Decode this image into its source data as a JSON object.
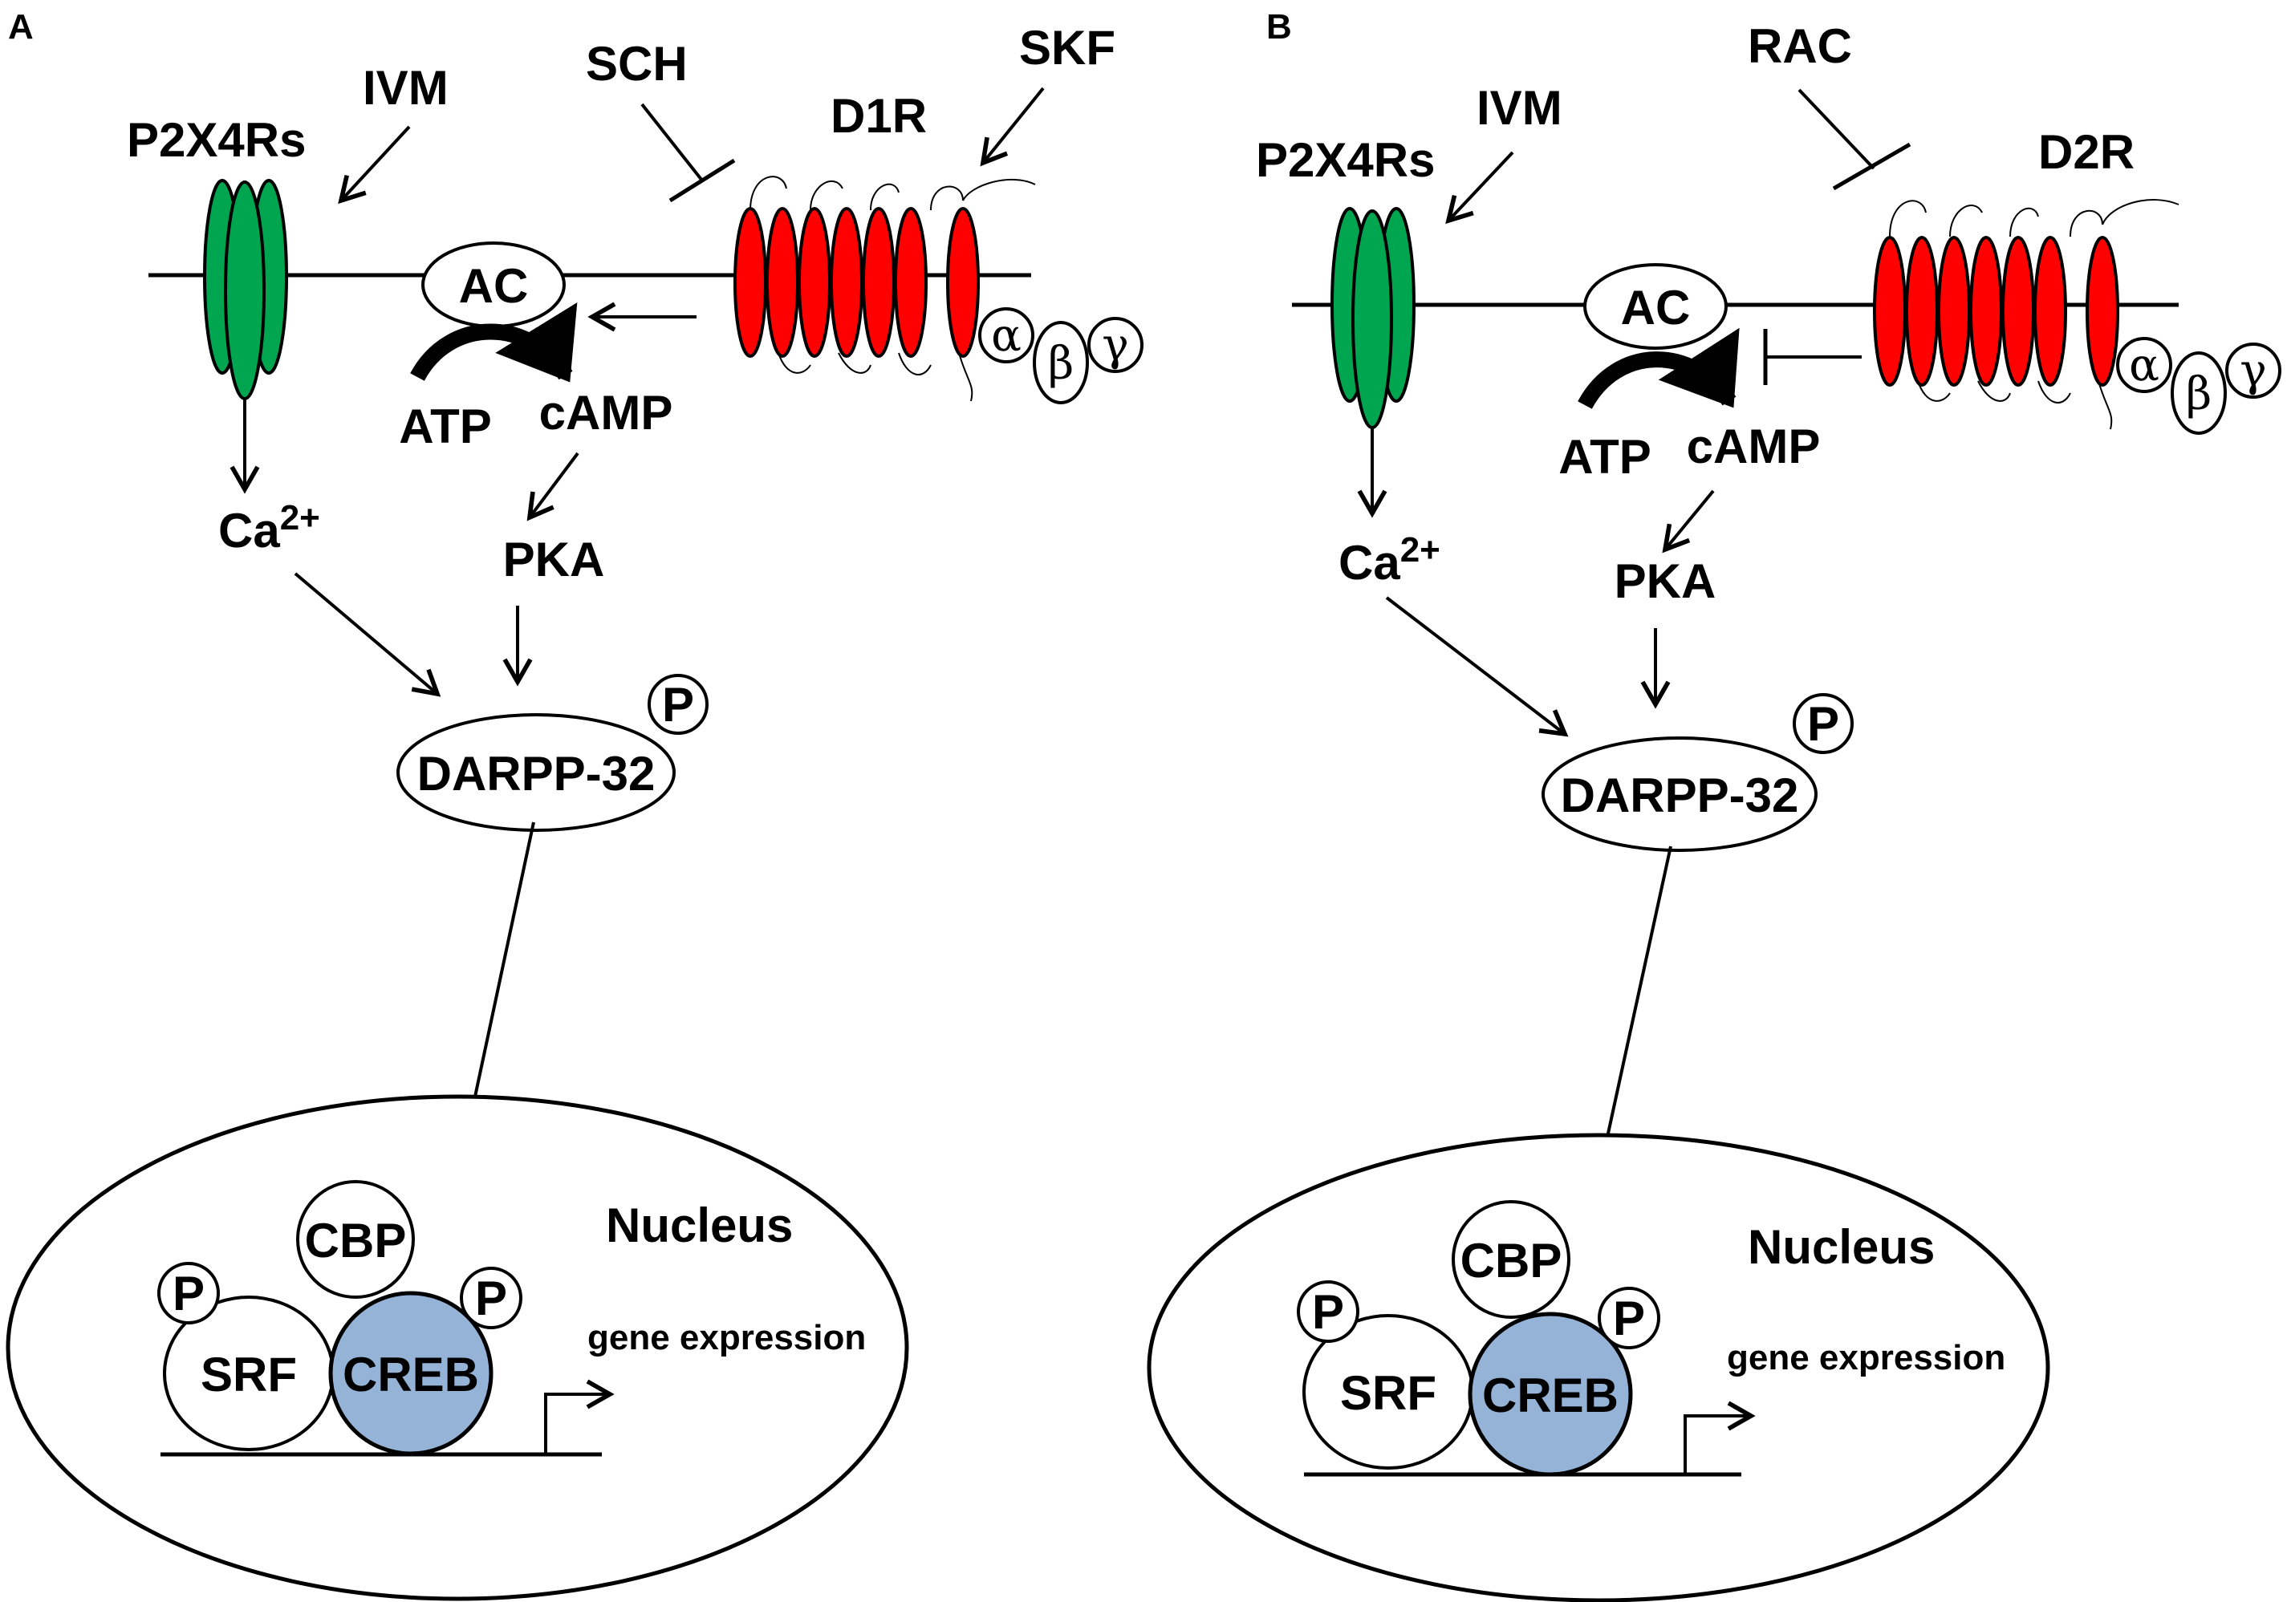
{
  "colors": {
    "green": "#00a550",
    "red": "#ff0000",
    "creb": "#95b3d7"
  },
  "panels": [
    {
      "letter": "A",
      "p2x4": "P2X4Rs",
      "ivm": "IVM",
      "antagonist": "SCH",
      "agonist": "SKF",
      "receptor": "D1R",
      "ac": "AC",
      "atp": "ATP",
      "camp": "cAMP",
      "ca": "Ca",
      "ca_sup": "2+",
      "pka": "PKA",
      "darpp": "DARPP-32",
      "p": "P",
      "alpha": "α",
      "beta": "β",
      "gamma": "γ",
      "nucleus": "Nucleus",
      "cbp": "CBP",
      "srf": "SRF",
      "creb": "CREB",
      "gene": "gene expression",
      "receptor_effect": "stimulates"
    },
    {
      "letter": "B",
      "p2x4": "P2X4Rs",
      "ivm": "IVM",
      "antagonist": "RAC",
      "receptor": "D2R",
      "ac": "AC",
      "atp": "ATP",
      "camp": "cAMP",
      "ca": "Ca",
      "ca_sup": "2+",
      "pka": "PKA",
      "darpp": "DARPP-32",
      "p": "P",
      "alpha": "α",
      "beta": "β",
      "gamma": "γ",
      "nucleus": "Nucleus",
      "cbp": "CBP",
      "srf": "SRF",
      "creb": "CREB",
      "gene": "gene expression",
      "receptor_effect": "inhibits"
    }
  ]
}
